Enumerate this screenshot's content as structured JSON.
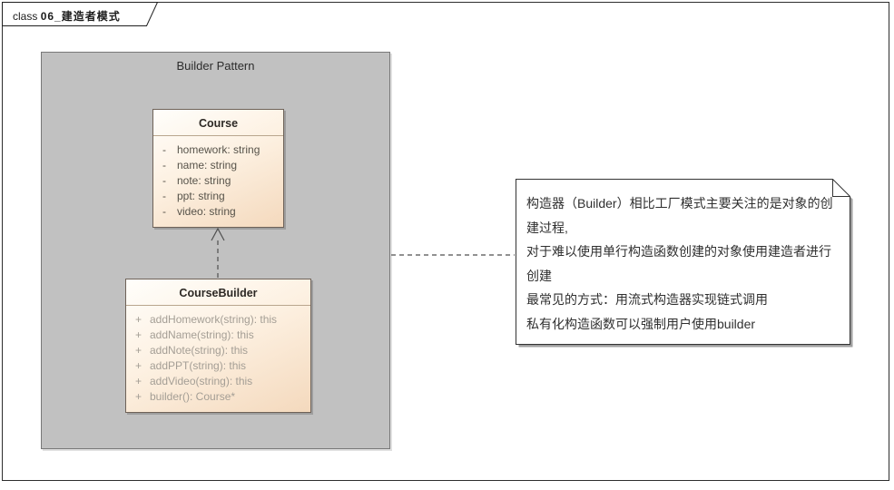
{
  "frame": {
    "prefix": "class",
    "title": "06_建造者模式"
  },
  "container": {
    "title": "Builder Pattern"
  },
  "course": {
    "name": "Course",
    "marker": "-",
    "attributes": [
      "homework: string",
      "name: string",
      "note: string",
      "ppt: string",
      "video: string"
    ]
  },
  "builder": {
    "name": "CourseBuilder",
    "marker": "+",
    "methods": [
      "addHomework(string): this",
      "addName(string): this",
      "addNote(string): this",
      "addPPT(string): this",
      "addVideo(string): this",
      "builder(): Course*"
    ]
  },
  "note": {
    "lines": [
      "构造器（Builder）相比工厂模式主要关注的是对象的创",
      "建过程,",
      "对于难以使用单行构造函数创建的对象使用建造者进行",
      "创建",
      "最常见的方式：用流式构造器实现链式调用",
      "私有化构造函数可以强制用户使用builder"
    ]
  },
  "colors": {
    "container-bg": "#c1c1c1",
    "class-border": "#6e6258",
    "class-grad-top": "#fffefb",
    "class-grad-mid": "#fdf1e2",
    "class-grad-bottom": "#f4d9bd",
    "attr-color": "#57534a",
    "method-color": "#a49e95",
    "note-text": "#2f2f2f",
    "connector": "#4f4f4f"
  }
}
